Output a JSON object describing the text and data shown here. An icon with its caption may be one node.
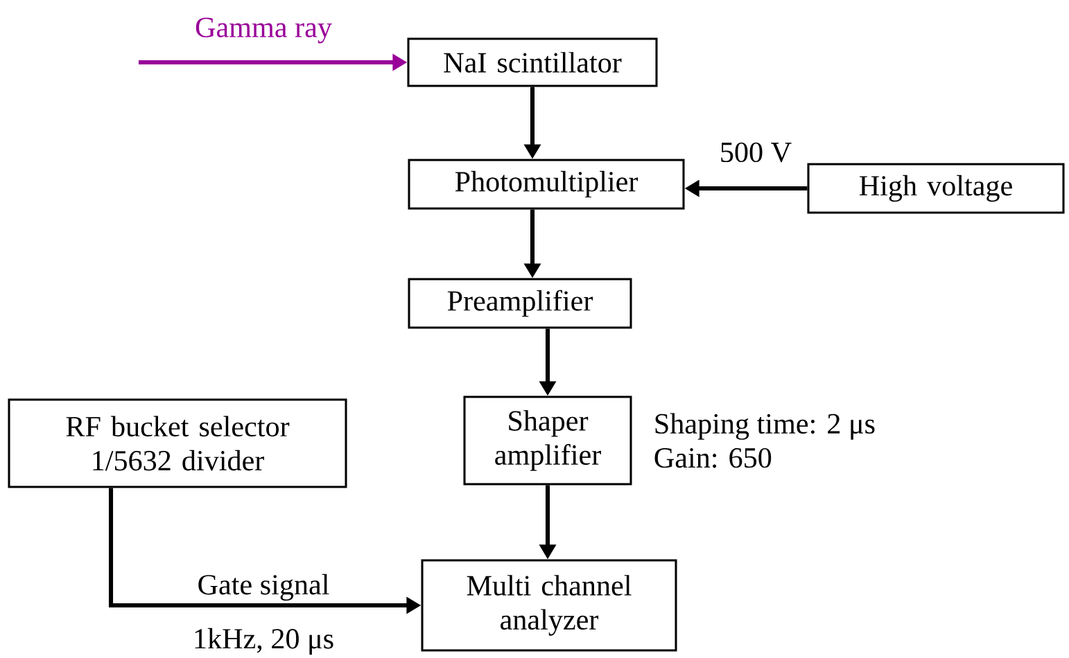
{
  "diagram": {
    "nodes": [
      {
        "text": [
          "NaI scintillator"
        ]
      },
      {
        "text": [
          "Photomultiplier"
        ]
      },
      {
        "text": [
          "High voltage"
        ]
      },
      {
        "text": [
          "Preamplifier"
        ]
      },
      {
        "text": [
          "RF bucket selector",
          "1/5632 divider"
        ]
      },
      {
        "text": [
          "Shaper amplifier"
        ],
        "beside": [
          "Shaping time: 2 μs",
          "Gain: 650"
        ]
      },
      {
        "text": [
          "Multi channel analyzer"
        ]
      }
    ],
    "edges": [
      {
        "from": null,
        "to": 0,
        "arrow": "to",
        "label": "Gamma ray",
        "color": "#990099"
      },
      {
        "from": 0,
        "to": 1,
        "arrow": "to"
      },
      {
        "from": 2,
        "to": 1,
        "arrow": "to",
        "label": "500 V"
      },
      {
        "from": 1,
        "to": 3,
        "arrow": "to"
      },
      {
        "from": 3,
        "to": 5,
        "arrow": "to"
      },
      {
        "from": 5,
        "to": 6,
        "arrow": "to"
      },
      {
        "from": 4,
        "to": 6,
        "arrow": "to",
        "label": "Gate signal"
      }
    ],
    "labels": [
      "1kHz, 20 μs"
    ]
  }
}
